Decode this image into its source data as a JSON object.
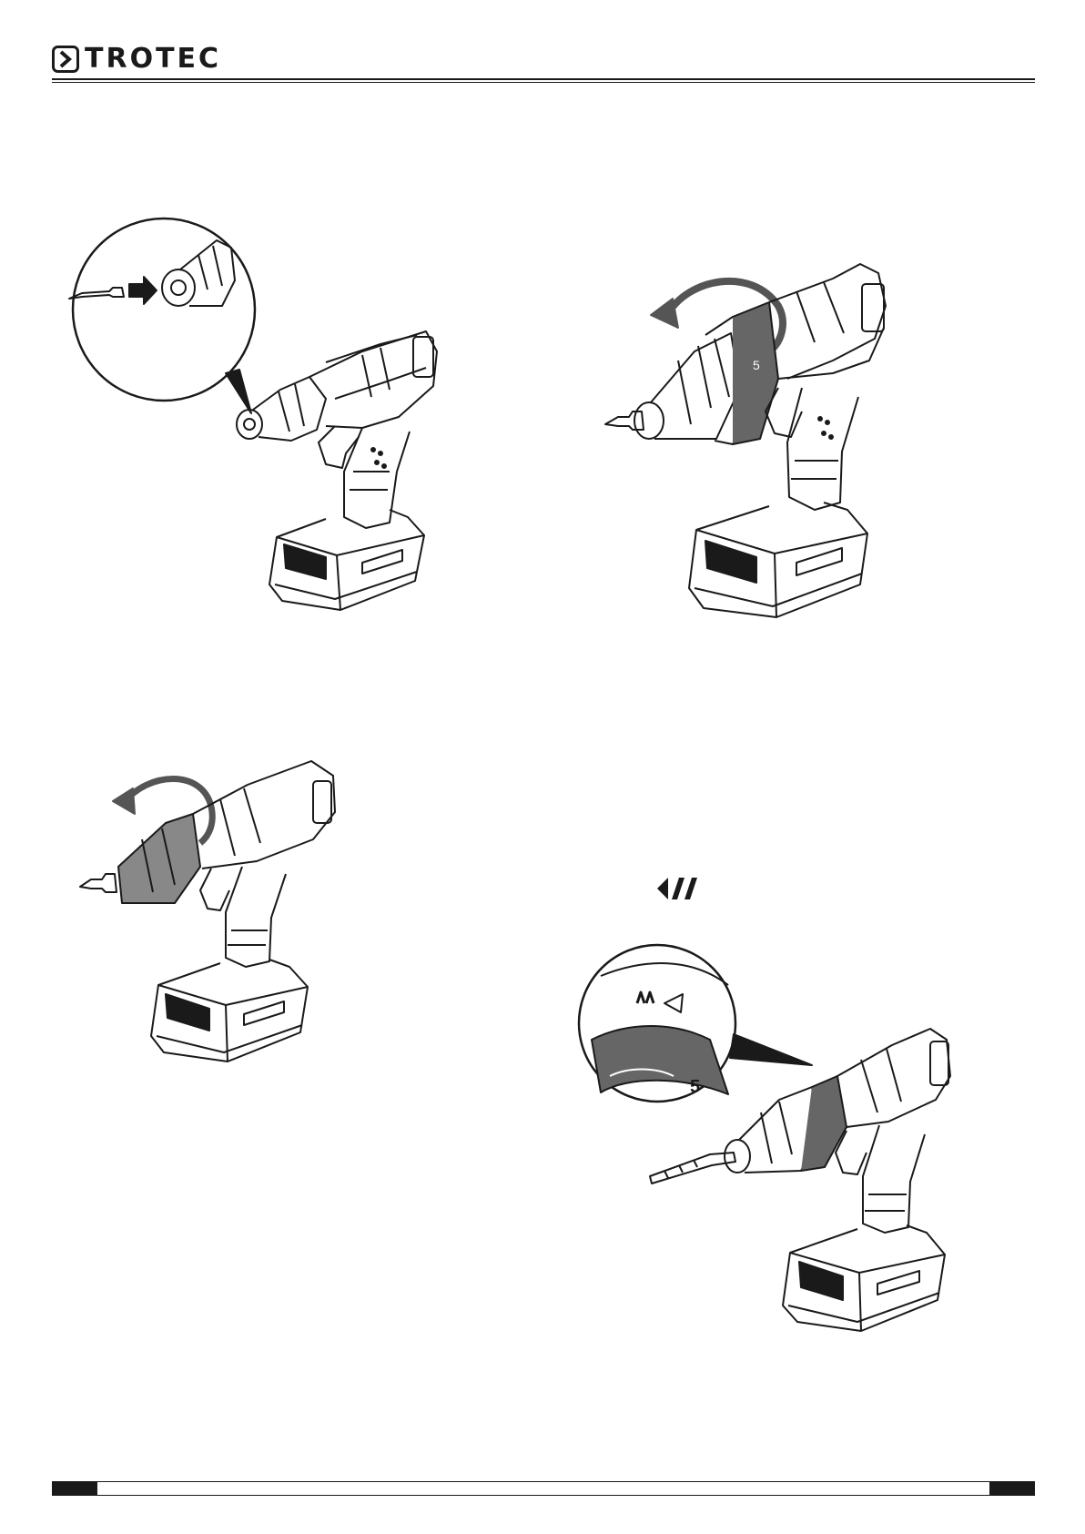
{
  "header": {
    "brand": "TROTEC",
    "logo_icon": "chevron-right-icon",
    "accent_color": "#1a1a1a"
  },
  "figures": [
    {
      "id": "insert-bit",
      "icon": "bit-insert-arrow-icon"
    },
    {
      "id": "torque-ring-rotate",
      "icon": "rotate-arrow-icon"
    },
    {
      "id": "chuck-rotate",
      "icon": "rotate-arrow-icon"
    },
    {
      "id": "drill-mode-detail",
      "icon": "drill-mode-icon"
    }
  ],
  "drill_mode_symbol": {
    "icon": "drill-symbol-icon"
  }
}
